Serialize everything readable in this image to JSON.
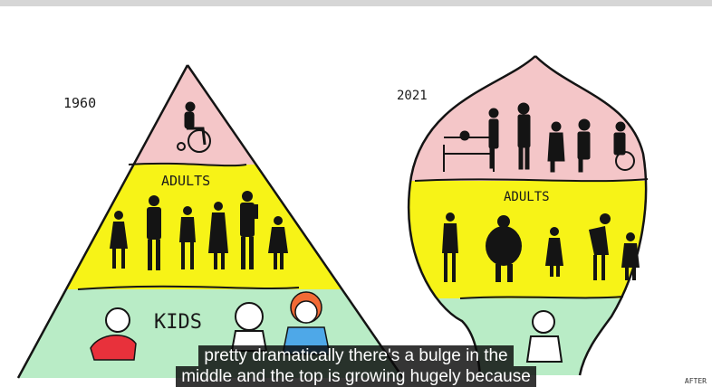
{
  "labels": {
    "year_left": "1960",
    "year_right": "2021",
    "adults_left": "ADULTS",
    "adults_right": "ADULTS",
    "kids": "KIDS"
  },
  "colors": {
    "elderly_band": "#f4c6c8",
    "adult_band": "#f7f317",
    "kids_band": "#b9ecc6",
    "ink": "#141414",
    "red_baby": "#e8313b",
    "girl_hair": "#f26a35",
    "girl_dress": "#4ea8e8"
  },
  "subtitles": {
    "line1": "pretty dramatically there's a bulge in the",
    "line2": "middle and the top is growing hugely because"
  },
  "watermark": "AFTER"
}
